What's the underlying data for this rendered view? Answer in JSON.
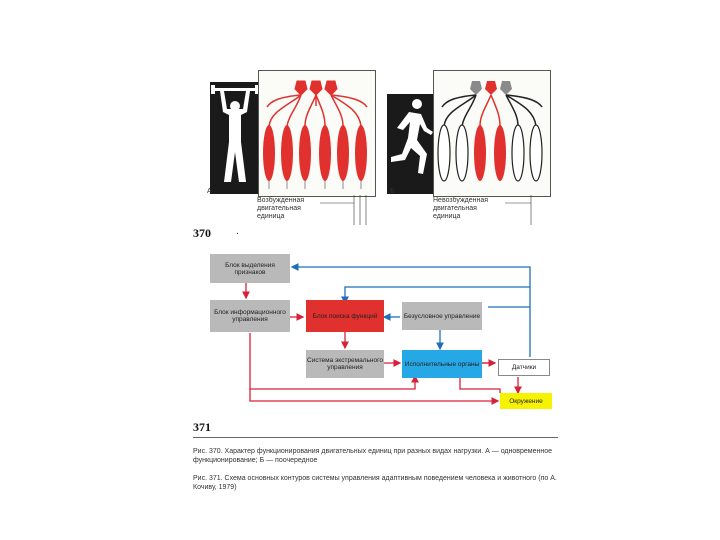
{
  "fig370": {
    "label_a": "А",
    "label_b": "Б",
    "unit_a": "Возбужденная двигательная единица",
    "unit_b": "Невозбужденная двигательная единица",
    "number": "370",
    "dot": "."
  },
  "fig371": {
    "number": "371",
    "blocks": {
      "feature_extraction": "Блок выделения признаков",
      "info_control": "Блок информационного управления",
      "search": "Блок поиска функций",
      "unconditional": "Безусловное управление",
      "extremal": "Система экстремального управления",
      "executive": "Исполнительные органы",
      "sensors": "Датчики",
      "environment": "Окружение"
    }
  },
  "captions": {
    "c370": "Рис. 370. Характер функционирования двигательных единиц при разных видах нагрузки. А — одновременное функционирование; Б — поочередное",
    "c371": "Рис. 371. Схема основных контуров системы управления адаптивным поведением человека и животного (по А. Кочиву, 1979)"
  },
  "colors": {
    "red": "#e0312f",
    "blue": "#27a8e6",
    "gray": "#b9b9b9",
    "yellow": "#f6f200",
    "dark": "#1a1a1a"
  }
}
